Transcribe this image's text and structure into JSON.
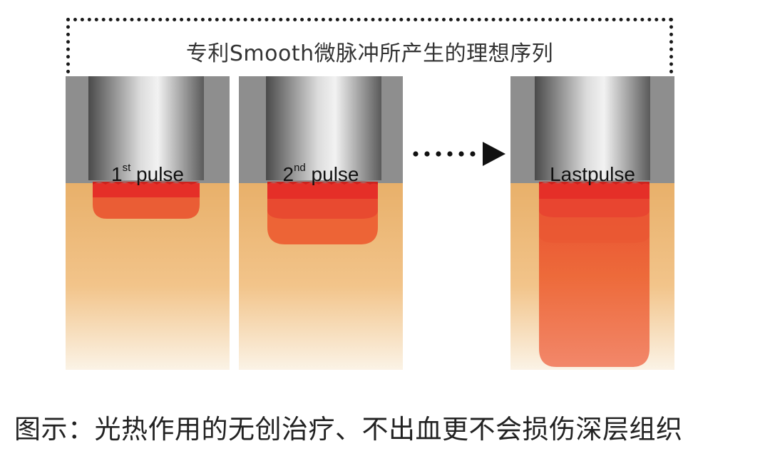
{
  "header": {
    "title": "专利Smooth微脉冲所产生的理想序列"
  },
  "panels": [
    {
      "label_main": "1",
      "label_sup": "st",
      "label_rest": " pulse"
    },
    {
      "label_main": "2",
      "label_sup": "nd",
      "label_rest": " pulse"
    },
    {
      "label_main": "Lastpulse",
      "label_sup": "",
      "label_rest": ""
    }
  ],
  "caption": "图示：光热作用的无创治疗、不出血更不会损伤深层组织",
  "colors": {
    "skin_top": "#e8b06a",
    "skin_bottom": "#fbf3e6",
    "probe_dark": "#5e5e5e",
    "probe_light": "#e6e6e6",
    "heat_red": "#e8332a",
    "heat_orange": "#ef6a3c",
    "frame_gray": "#8c8c8c"
  }
}
